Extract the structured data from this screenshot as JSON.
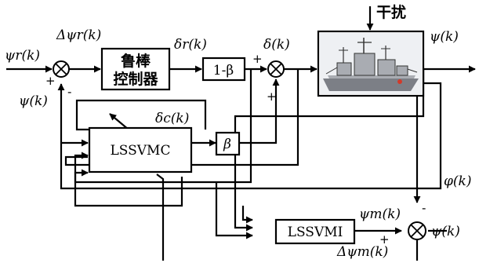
{
  "blocks": {
    "controller_line1": "鲁棒",
    "controller_line2": "控制器",
    "gain_one_minus_beta": "1-β",
    "gain_beta": "β",
    "lssvmc": "LSSVMC",
    "lssvmi": "LSSVMI",
    "disturbance": "干扰"
  },
  "signals": {
    "psi_r": "ψr(k)",
    "delta_psi_r": "Δψr(k)",
    "delta_r": "δr(k)",
    "delta": "δ(k)",
    "psi_out": "ψ(k)",
    "psi_feedback": "ψ(k)",
    "delta_c": "δc(k)",
    "phi": "φ(k)",
    "psi_m": "ψm(k)",
    "psi_at_sum": "ψ(k)",
    "delta_psi_m": "Δψm(k)"
  },
  "signs": {
    "sum1_plus": "+",
    "sum1_minus": "-",
    "sum2_plus_top": "+",
    "sum2_plus_bottom": "+",
    "sum3_minus": "-",
    "sum3_plus": "+"
  },
  "ship": {
    "hull_color": "#7c7f86",
    "deck_color": "#a9acb2",
    "sky_color": "#eef0f3",
    "accent_color": "#d23a2a"
  }
}
